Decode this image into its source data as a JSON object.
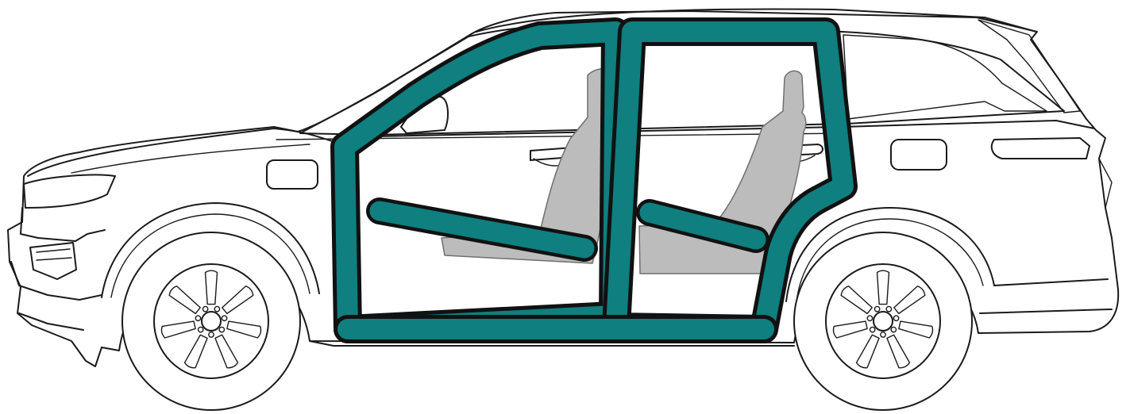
{
  "diagram": {
    "subject": "suv-side-view",
    "highlight": {
      "parts": [
        "door-frames",
        "door-bars"
      ],
      "color": "#0f7f80"
    },
    "seat_color": "#bcbcbc",
    "line_color": "#1a1a1a",
    "background": "#ffffff"
  }
}
